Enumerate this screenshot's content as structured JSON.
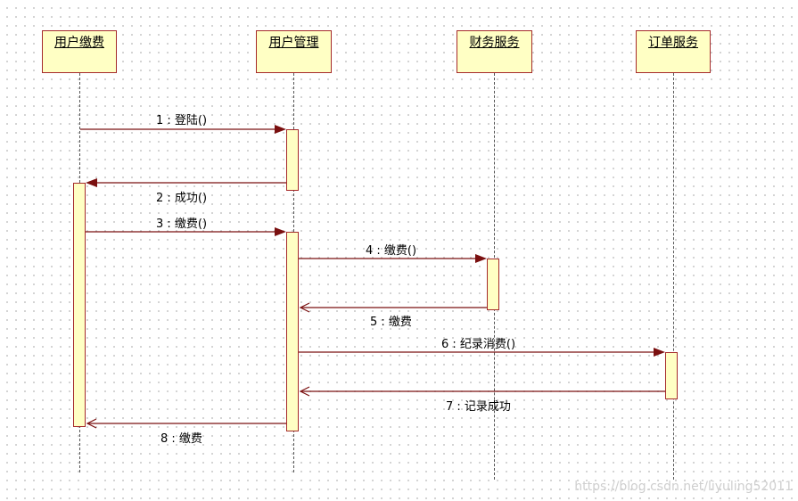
{
  "diagram": {
    "type": "sequence",
    "lifelines": [
      {
        "id": "user_pay",
        "label": "用户缴费"
      },
      {
        "id": "user_mgmt",
        "label": "用户管理"
      },
      {
        "id": "finance",
        "label": "财务服务"
      },
      {
        "id": "order",
        "label": "订单服务"
      }
    ],
    "messages": [
      {
        "n": "1",
        "label": "1 : 登陆()",
        "from": "用户缴费",
        "to": "用户管理",
        "kind": "call"
      },
      {
        "n": "2",
        "label": "2 : 成功()",
        "from": "用户管理",
        "to": "用户缴费",
        "kind": "call"
      },
      {
        "n": "3",
        "label": "3 : 缴费()",
        "from": "用户缴费",
        "to": "用户管理",
        "kind": "call"
      },
      {
        "n": "4",
        "label": "4 : 缴费()",
        "from": "用户管理",
        "to": "财务服务",
        "kind": "call"
      },
      {
        "n": "5",
        "label": "5 : 缴费",
        "from": "财务服务",
        "to": "用户管理",
        "kind": "return"
      },
      {
        "n": "6",
        "label": "6 : 纪录消费()",
        "from": "用户管理",
        "to": "订单服务",
        "kind": "call"
      },
      {
        "n": "7",
        "label": "7 : 记录成功",
        "from": "订单服务",
        "to": "用户管理",
        "kind": "return"
      },
      {
        "n": "8",
        "label": "8 : 缴费",
        "from": "用户管理",
        "to": "用户缴费",
        "kind": "return"
      }
    ],
    "colors": {
      "head_fill": "#ffffc4",
      "border": "#a52a2a",
      "arrow": "#7a1010"
    }
  },
  "watermark": "https://blog.csdn.net/liyuling52011"
}
